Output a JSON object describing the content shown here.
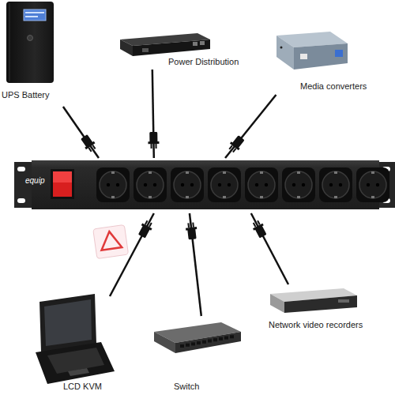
{
  "diagram": {
    "nodes": [
      {
        "text": [
          "UPS Battery"
        ]
      },
      {
        "text": [
          "Power Distribution"
        ]
      },
      {
        "text": [
          "Media converters"
        ]
      },
      {
        "text": [
          "equip"
        ]
      },
      {
        "text": [
          "LCD KVM"
        ]
      },
      {
        "text": [
          "Switch"
        ]
      },
      {
        "text": [
          "Network video recorders"
        ]
      }
    ],
    "edges": [
      {
        "from": 0,
        "to": 3,
        "arrow": "none"
      },
      {
        "from": 1,
        "to": 3,
        "arrow": "none"
      },
      {
        "from": 2,
        "to": 3,
        "arrow": "none"
      },
      {
        "from": 4,
        "to": 3,
        "arrow": "none"
      },
      {
        "from": 5,
        "to": 3,
        "arrow": "none"
      },
      {
        "from": 6,
        "to": 3,
        "arrow": "none"
      }
    ]
  }
}
